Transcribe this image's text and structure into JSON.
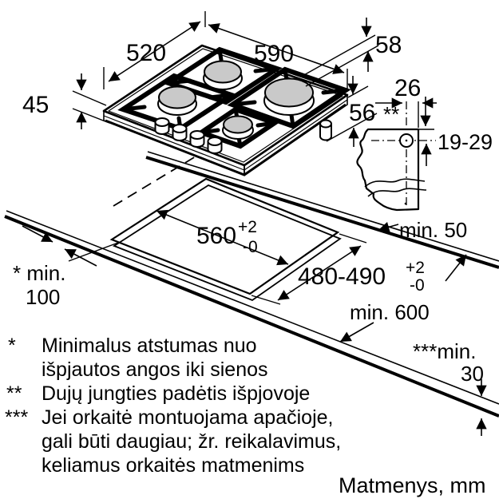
{
  "diagram": {
    "units_note": "Matmenys, mm",
    "hob": {
      "width_label": "590",
      "depth_label": "520",
      "height_label": "45",
      "height_supports_label": "58",
      "height_below_label": "56"
    },
    "gas_connection": {
      "offset_label": "26",
      "marker": "**",
      "vertical_range_label": "19-29"
    },
    "cutout": {
      "width_label": "560",
      "width_tol_plus": "+2",
      "width_tol_minus": "-0",
      "depth_label": "480-490",
      "depth_tol_plus": "+2",
      "depth_tol_minus": "-0"
    },
    "clearances": {
      "rear": "min. 50",
      "side_star": "* min.",
      "side_value": "100",
      "worktop_depth": "min. 600",
      "front_star": "***min.",
      "front_value": "30"
    },
    "footnotes": [
      {
        "marker": "*",
        "lines": [
          "Minimalus atstumas nuo",
          "išpjautos angos iki sienos"
        ]
      },
      {
        "marker": "**",
        "lines": [
          "Dujų jungties padėtis išpjovoje"
        ]
      },
      {
        "marker": "***",
        "lines": [
          "Jei orkaitė montuojama apačioje,",
          "gali būti daugiau; žr. reikalavimus,",
          "keliamus orkaitės matmenims"
        ]
      }
    ],
    "colors": {
      "line": "#000000",
      "burner_cap": "#c9c9c9",
      "background": "#ffffff"
    }
  }
}
